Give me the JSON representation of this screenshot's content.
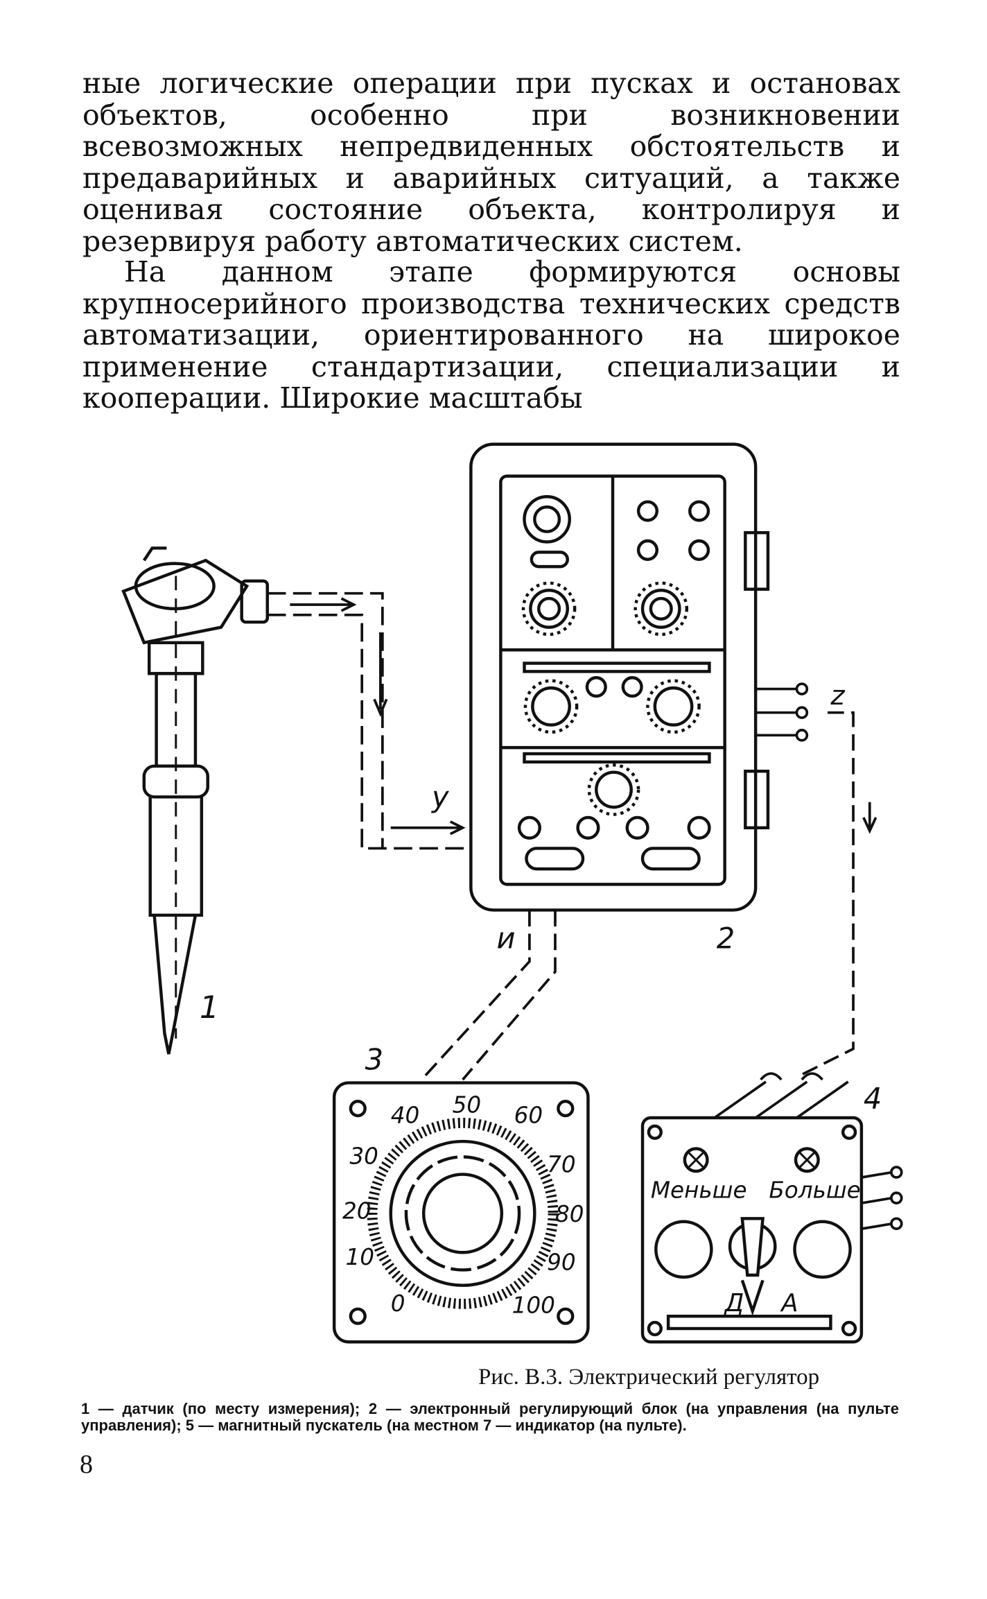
{
  "paragraphs": [
    "ные логические операции при пусках и остановах объектов, особенно при возникновении всевозможных непредвиденных обстоятельств и предаварийных и аварийных ситуаций, а также оценивая состояние объекта, контролируя и резервируя работу автоматических систем.",
    "На данном этапе формируются основы крупносерийного производства технических средств автоматизации, ориентированного на широкое применение стандартизации, специализации и кооперации. Широкие масштабы"
  ],
  "figure": {
    "labels": {
      "sensor": "1",
      "block": "2",
      "dial": "3",
      "starter": "4",
      "y": "у",
      "u": "и",
      "z": "z"
    },
    "dial_scale": [
      "0",
      "10",
      "20",
      "30",
      "40",
      "50",
      "60",
      "70",
      "80",
      "90",
      "100"
    ],
    "panel": {
      "less": "Меньше",
      "more": "Больше",
      "d": "Д",
      "a": "А"
    },
    "caption": "Рис. В.3. Электрический регулятор",
    "legend": "1 — датчик (по месту измерения); 2 — электронный регулирующий блок (на управления (на пульте управления); 5 — магнитный пускатель (на местном 7 — индикатор (на пульте)."
  },
  "page_number": "8"
}
